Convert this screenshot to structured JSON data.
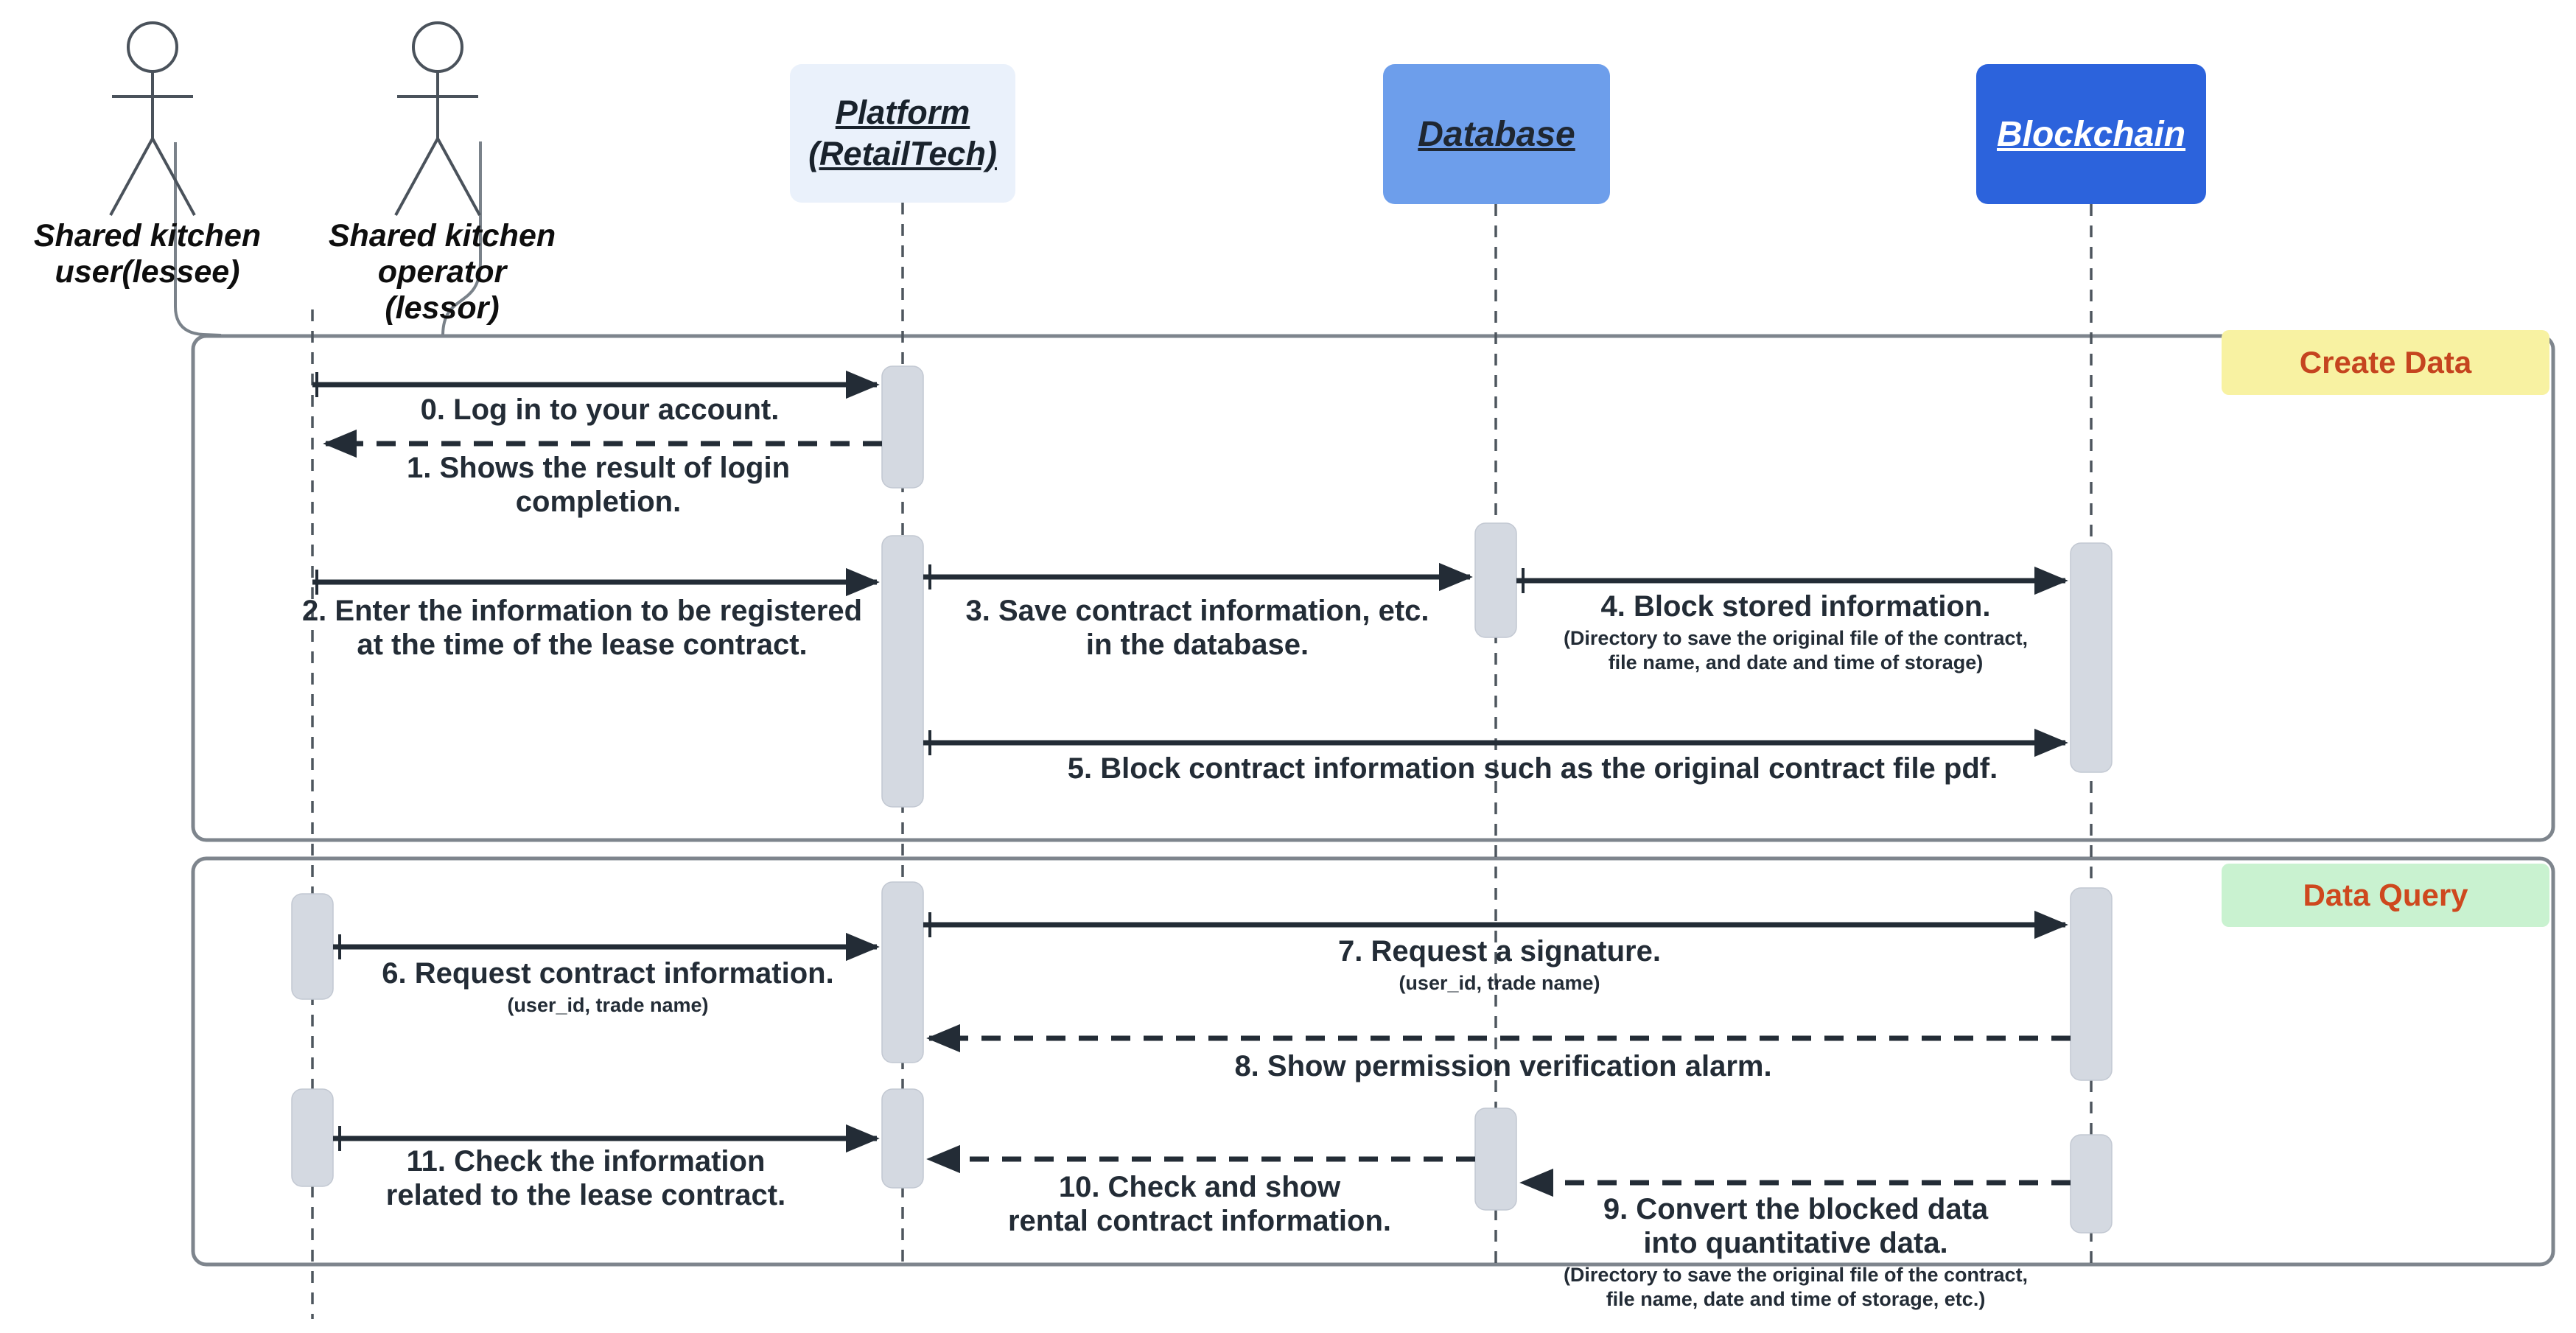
{
  "actors": [
    {
      "id": "lessee",
      "lines": [
        "Shared kitchen",
        "user(lessee)"
      ]
    },
    {
      "id": "lessor",
      "lines": [
        "Shared kitchen",
        "operator",
        "(lessor)"
      ]
    }
  ],
  "participants": [
    {
      "id": "platform",
      "lines": [
        "Platform",
        "(RetailTech)"
      ],
      "fill": "#EAF1FB",
      "text_color": "#19222C"
    },
    {
      "id": "database",
      "lines": [
        "Database"
      ],
      "fill": "#6D9EEB",
      "text_color": "#1F2732"
    },
    {
      "id": "blockchain",
      "lines": [
        "Blockchain"
      ],
      "fill": "#2C63DC",
      "text_color": "#FFFFFF"
    }
  ],
  "frames": [
    {
      "id": "create-data",
      "label": "Create Data",
      "label_bg": "#F8F2A2",
      "label_color": "#C5441F"
    },
    {
      "id": "data-query",
      "label": "Data Query",
      "label_bg": "#C9F2D0",
      "label_color": "#CE481E"
    }
  ],
  "messages": [
    {
      "num": 0,
      "style": "solid",
      "from": "actor-lifeline",
      "to": "platform",
      "lines": [
        "0. Log in to your account."
      ]
    },
    {
      "num": 1,
      "style": "dashed",
      "from": "platform",
      "to": "actor-lifeline",
      "lines": [
        "1. Shows the result of login",
        "completion."
      ]
    },
    {
      "num": 2,
      "style": "solid",
      "from": "actor-lifeline",
      "to": "platform",
      "lines": [
        "2. Enter the information to be registered",
        "at the time of the lease contract."
      ]
    },
    {
      "num": 3,
      "style": "solid",
      "from": "platform",
      "to": "database",
      "lines": [
        "3. Save contract information, etc.",
        "in the database."
      ]
    },
    {
      "num": 4,
      "style": "solid",
      "from": "database",
      "to": "blockchain",
      "lines": [
        "4. Block stored information."
      ],
      "sub_lines": [
        "(Directory to save the original file of the contract,",
        "file name, and date and time of storage)"
      ]
    },
    {
      "num": 5,
      "style": "solid",
      "from": "platform",
      "to": "blockchain",
      "lines": [
        "5. Block contract information such as the original contract file pdf."
      ]
    },
    {
      "num": 6,
      "style": "solid",
      "from": "actor-lifeline",
      "to": "platform",
      "lines": [
        "6. Request contract information."
      ],
      "sub_lines": [
        "(user_id, trade name)"
      ]
    },
    {
      "num": 7,
      "style": "solid",
      "from": "platform",
      "to": "blockchain",
      "lines": [
        "7. Request a signature."
      ],
      "sub_lines": [
        "(user_id, trade name)"
      ]
    },
    {
      "num": 8,
      "style": "dashed",
      "from": "blockchain",
      "to": "platform",
      "lines": [
        "8. Show permission verification alarm."
      ]
    },
    {
      "num": 9,
      "style": "dashed",
      "from": "blockchain",
      "to": "database",
      "lines": [
        "9. Convert the blocked data",
        "into quantitative data."
      ],
      "sub_lines": [
        "(Directory to save the original file of the contract,",
        "file name, date and time of storage, etc.)"
      ]
    },
    {
      "num": 10,
      "style": "dashed",
      "from": "database",
      "to": "platform",
      "lines": [
        "10. Check and show",
        "rental contract information."
      ]
    },
    {
      "num": 11,
      "style": "solid",
      "from": "actor-lifeline",
      "to": "platform",
      "lines": [
        "11. Check the information",
        "related to the lease contract."
      ]
    }
  ],
  "colors": {
    "arrow": "#232C36",
    "lifeline": "#4E565E",
    "activation_fill": "#D4D9E1",
    "frame_border": "#7E858D",
    "actor_stroke": "#4A525B"
  }
}
